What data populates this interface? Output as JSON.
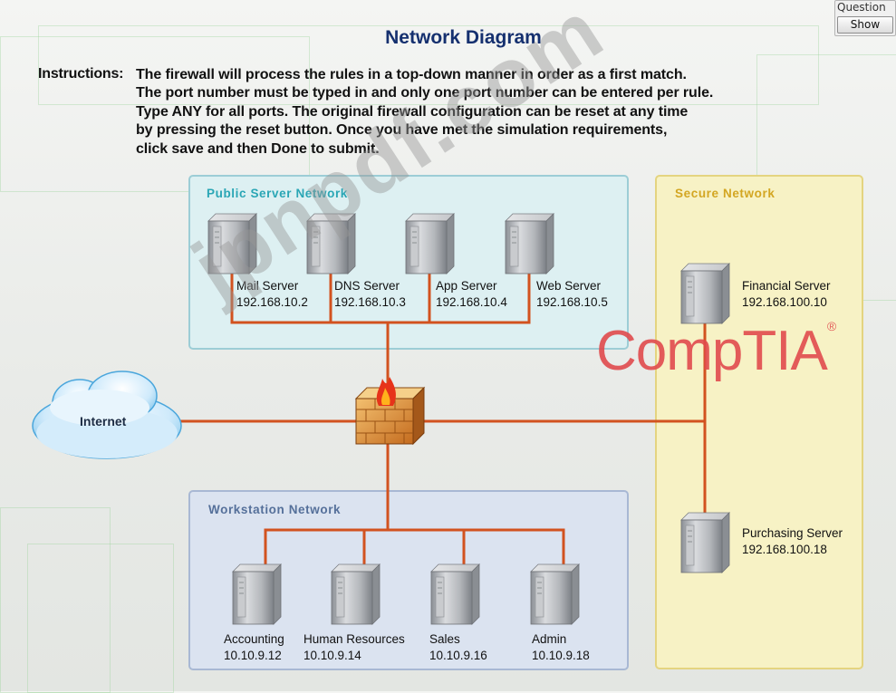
{
  "question_widget": {
    "label": "Question",
    "show_button": "Show"
  },
  "title": "Network Diagram",
  "instructions": {
    "label": "Instructions:",
    "lines": [
      "The firewall will process the rules in a top-down manner in order as a first match.",
      "The port number must be typed in and only one port number can be entered per rule.",
      "Type ANY for all ports. The original firewall configuration can be reset at any time",
      "by pressing the reset button. Once you have met the simulation requirements,",
      "click save and then Done to submit."
    ]
  },
  "networks": {
    "public": {
      "title": "Public Server Network",
      "title_color": "#2aa6b5",
      "servers": [
        {
          "name": "Mail Server",
          "ip": "192.168.10.2"
        },
        {
          "name": "DNS Server",
          "ip": "192.168.10.3"
        },
        {
          "name": "App Server",
          "ip": "192.168.10.4"
        },
        {
          "name": "Web Server",
          "ip": "192.168.10.5"
        }
      ]
    },
    "secure": {
      "title": "Secure Network",
      "title_color": "#d3a622",
      "servers": [
        {
          "name": "Financial Server",
          "ip": "192.168.100.10"
        },
        {
          "name": "Purchasing Server",
          "ip": "192.168.100.18"
        }
      ]
    },
    "workstation": {
      "title": "Workstation Network",
      "title_color": "#55709a",
      "hosts": [
        {
          "name": "Accounting",
          "ip": "10.10.9.12"
        },
        {
          "name": "Human Resources",
          "ip": "10.10.9.14"
        },
        {
          "name": "Sales",
          "ip": "10.10.9.16"
        },
        {
          "name": "Admin",
          "ip": "10.10.9.18"
        }
      ]
    }
  },
  "internet_label": "Internet",
  "watermarks": {
    "site": "jpnpdf.com",
    "brand": "CompTIA"
  },
  "colors": {
    "link": "#d2521f",
    "heading": "#15306f"
  }
}
